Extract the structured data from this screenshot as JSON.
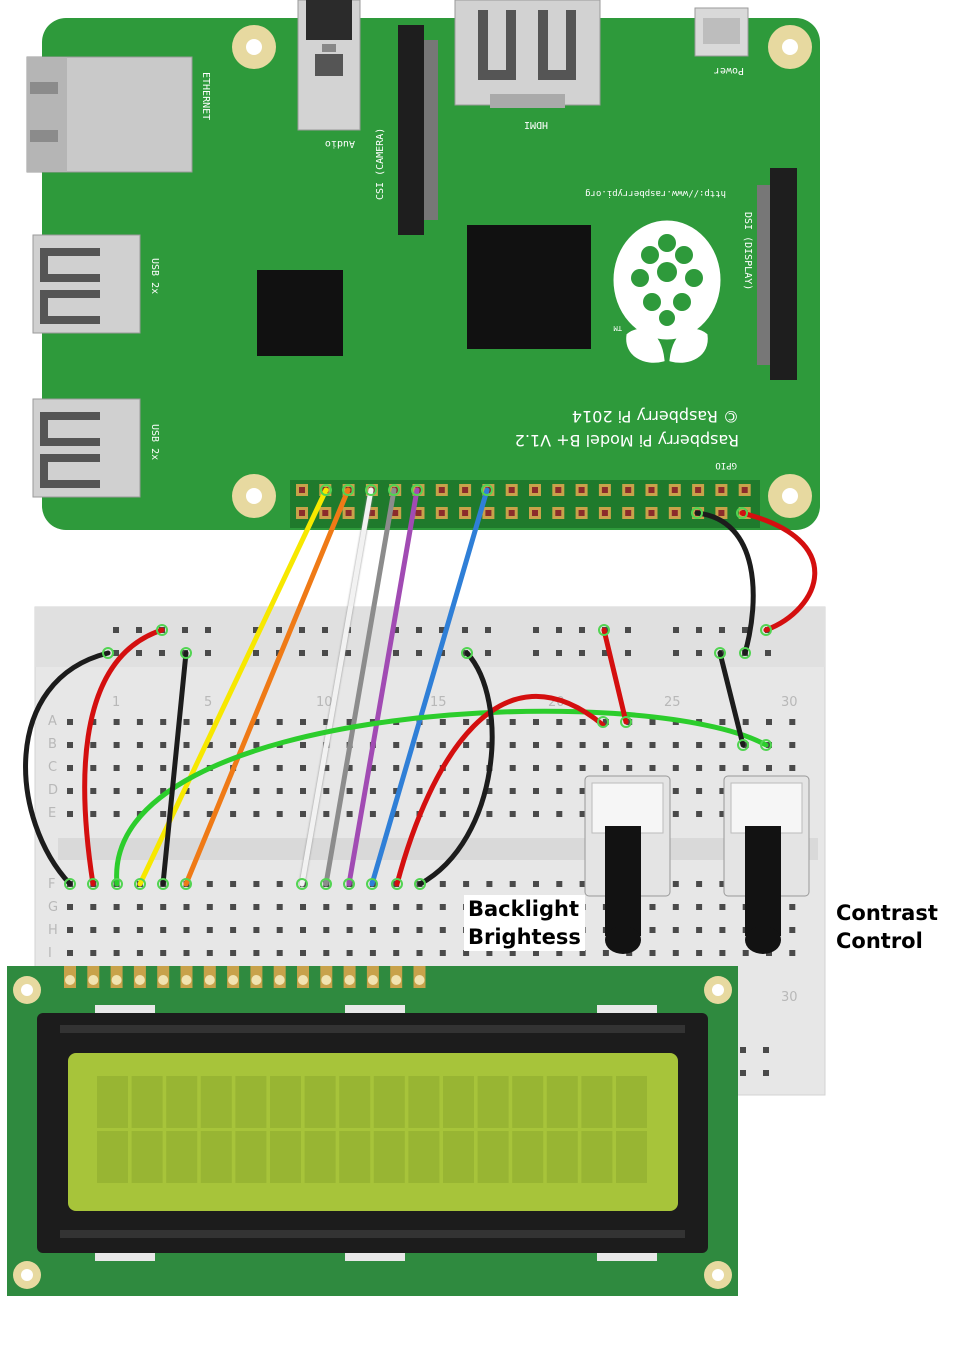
{
  "board": {
    "model_line1": "Raspberry Pi Model B+ V1.2",
    "model_line2": "© Raspberry Pi 2014",
    "url": "http://www.raspberrypi.org",
    "gpio_label": "GPIO",
    "ports": {
      "ethernet": "ETHERNET",
      "usb_top": "USB 2x",
      "usb_bottom": "USB 2x",
      "audio": "Audio",
      "csi": "CSI (CAMERA)",
      "hdmi": "HDMI",
      "power": "Power",
      "dsi": "DSI (DISPLAY)"
    },
    "tm": "TM"
  },
  "breadboard": {
    "rows": [
      "A",
      "B",
      "C",
      "D",
      "E",
      "F",
      "G",
      "H",
      "I"
    ],
    "columns": [
      "1",
      "5",
      "10",
      "15",
      "20",
      "25",
      "30"
    ],
    "column_bottom": "30"
  },
  "labels": {
    "backlight_line1": "Backlight",
    "backlight_line2": "Brightess",
    "contrast_line1": "Contrast",
    "contrast_line2": "Control"
  },
  "wires": [
    {
      "color": "#f7e800"
    },
    {
      "color": "#ef7a16"
    },
    {
      "color": "#f2f2f2"
    },
    {
      "color": "#8c8c8c"
    },
    {
      "color": "#a14bb3"
    },
    {
      "color": "#2f7fd7"
    },
    {
      "color": "#d40f0f"
    },
    {
      "color": "#1c1c1c"
    },
    {
      "color": "#2ccd2c"
    }
  ],
  "colors": {
    "pcb": "#2e9a3b",
    "lcd_board": "#2f8a3f",
    "lcd_screen": "#a7c43a"
  }
}
